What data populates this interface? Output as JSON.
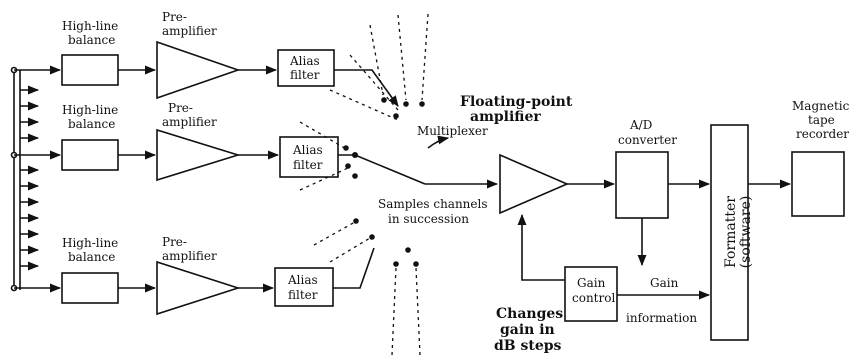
{
  "channels": [
    {
      "balance_line1": "High-line",
      "balance_line2": "balance",
      "preamp_line1": "Pre-",
      "preamp_line2": "amplifier",
      "alias_line1": "Alias",
      "alias_line2": "filter"
    },
    {
      "balance_line1": "High-line",
      "balance_line2": "balance",
      "preamp_line1": "Pre-",
      "preamp_line2": "amplifier",
      "alias_line1": "Alias",
      "alias_line2": "filter"
    },
    {
      "balance_line1": "High-line",
      "balance_line2": "balance",
      "preamp_line1": "Pre-",
      "preamp_line2": "amplifier",
      "alias_line1": "Alias",
      "alias_line2": "filter"
    }
  ],
  "multiplexer": {
    "label": "Multiplexer",
    "note_line1": "Samples channels",
    "note_line2": "in succession"
  },
  "floating_amp": {
    "line1": "Floating-point",
    "line2": "amplifier"
  },
  "adc": {
    "line1": "A/D",
    "line2": "converter"
  },
  "gain_control": {
    "line1": "Gain",
    "line2": "control"
  },
  "gain_info": {
    "line1": "Gain",
    "line2": "information"
  },
  "gain_note": {
    "line1": "Changes",
    "line2": "gain in",
    "line3": "dB steps"
  },
  "formatter": {
    "line1": "Formatter",
    "line2": "(software)"
  },
  "recorder": {
    "line1": "Magnetic",
    "line2": "tape",
    "line3": "recorder"
  }
}
